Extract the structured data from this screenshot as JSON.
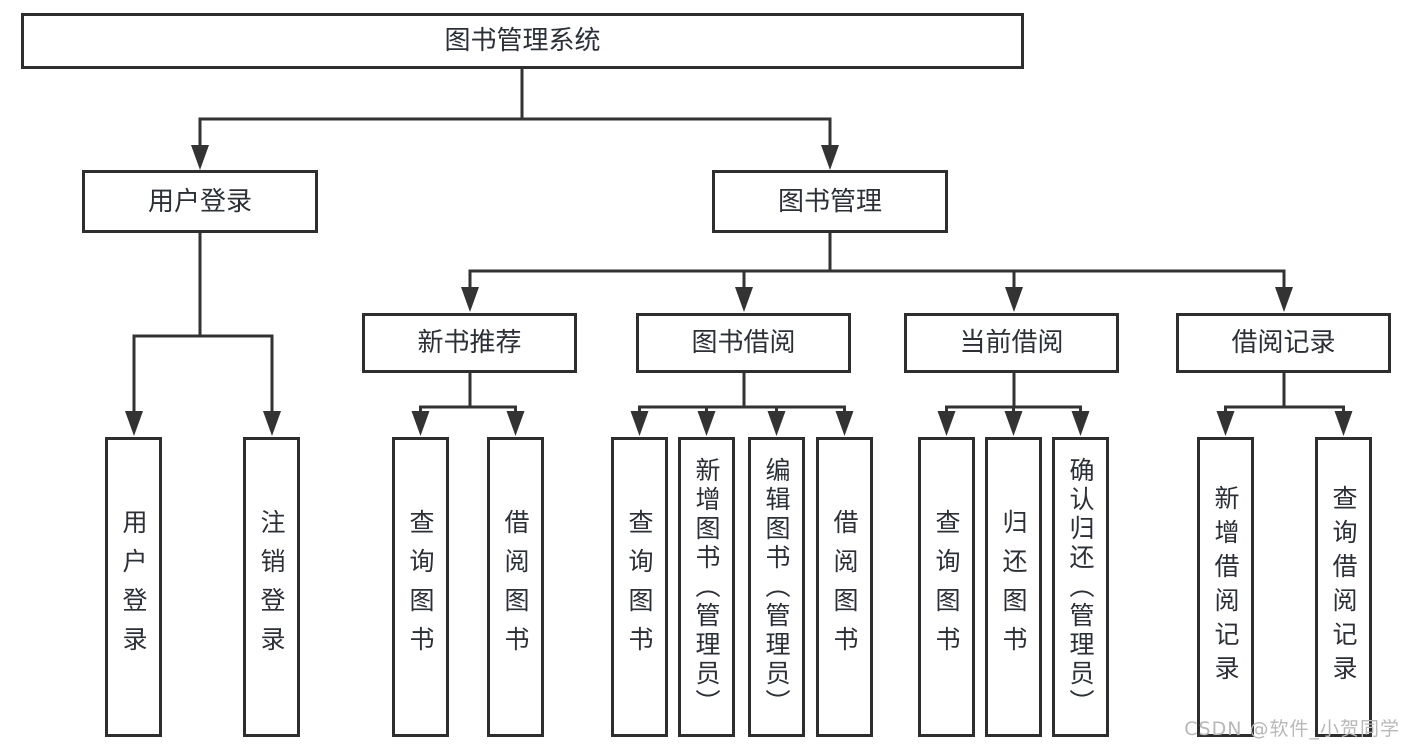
{
  "diagram": {
    "root": {
      "label": "图书管理系统"
    },
    "branches": [
      {
        "label": "用户登录",
        "children": [
          "用户登录",
          "注销登录"
        ]
      },
      {
        "label": "图书管理",
        "groups": [
          {
            "label": "新书推荐",
            "children": [
              "查询图书",
              "借阅图书"
            ]
          },
          {
            "label": "图书借阅",
            "children": [
              "查询图书",
              "新增图书（管理员）",
              "编辑图书（管理员）",
              "借阅图书"
            ]
          },
          {
            "label": "当前借阅",
            "children": [
              "查询图书",
              "归还图书",
              "确认归还（管理员）"
            ]
          },
          {
            "label": "借阅记录",
            "children": [
              "新增借阅记录",
              "查询借阅记录"
            ]
          }
        ]
      }
    ],
    "colors": {
      "line": "#333333",
      "border": "#2e2e2e",
      "text": "#2b2f36",
      "background": "#ffffff",
      "watermark": "#b8b8b8"
    }
  },
  "watermark": "CSDN @软件_小贺同学"
}
